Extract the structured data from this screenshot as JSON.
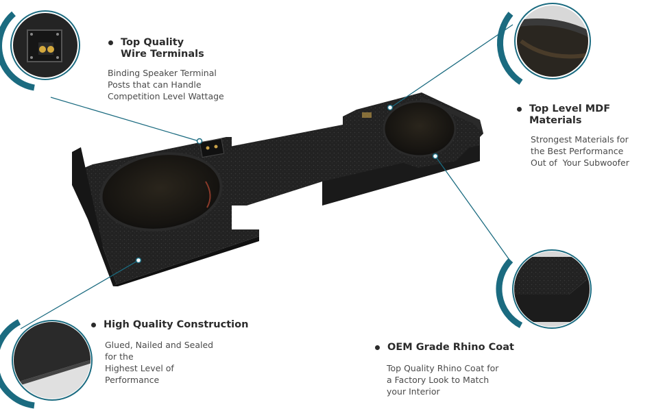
{
  "features": {
    "wire_terminals": {
      "title_lines": [
        "Top Quality",
        "Wire Terminals"
      ],
      "desc_lines": [
        "Binding Speaker Terminal",
        "Posts that can Handle",
        "Competition Level Wattage"
      ]
    },
    "mdf": {
      "title_lines": [
        "Top Level MDF Materials"
      ],
      "desc_lines": [
        "Strongest Materials for",
        "the Best Performance",
        "Out of  Your Subwoofer"
      ]
    },
    "construction": {
      "title_lines": [
        "High Quality Construction"
      ],
      "desc_lines": [
        "Glued, Nailed and Sealed",
        "for the",
        "Highest Level of",
        "Performance"
      ]
    },
    "rhino_coat": {
      "title_lines": [
        "OEM Grade Rhino Coat"
      ],
      "desc_lines": [
        "Top Quality Rhino Coat for",
        "a Factory Look to Match",
        "your Interior"
      ]
    }
  },
  "colors": {
    "accent_teal": "#1b6b80",
    "text": "#3a3a3a",
    "enclosure": "#1e1e1e"
  },
  "icons": [
    "wire-terminal-closeup",
    "mdf-closeup",
    "construction-closeup",
    "rhino-coat-closeup"
  ]
}
